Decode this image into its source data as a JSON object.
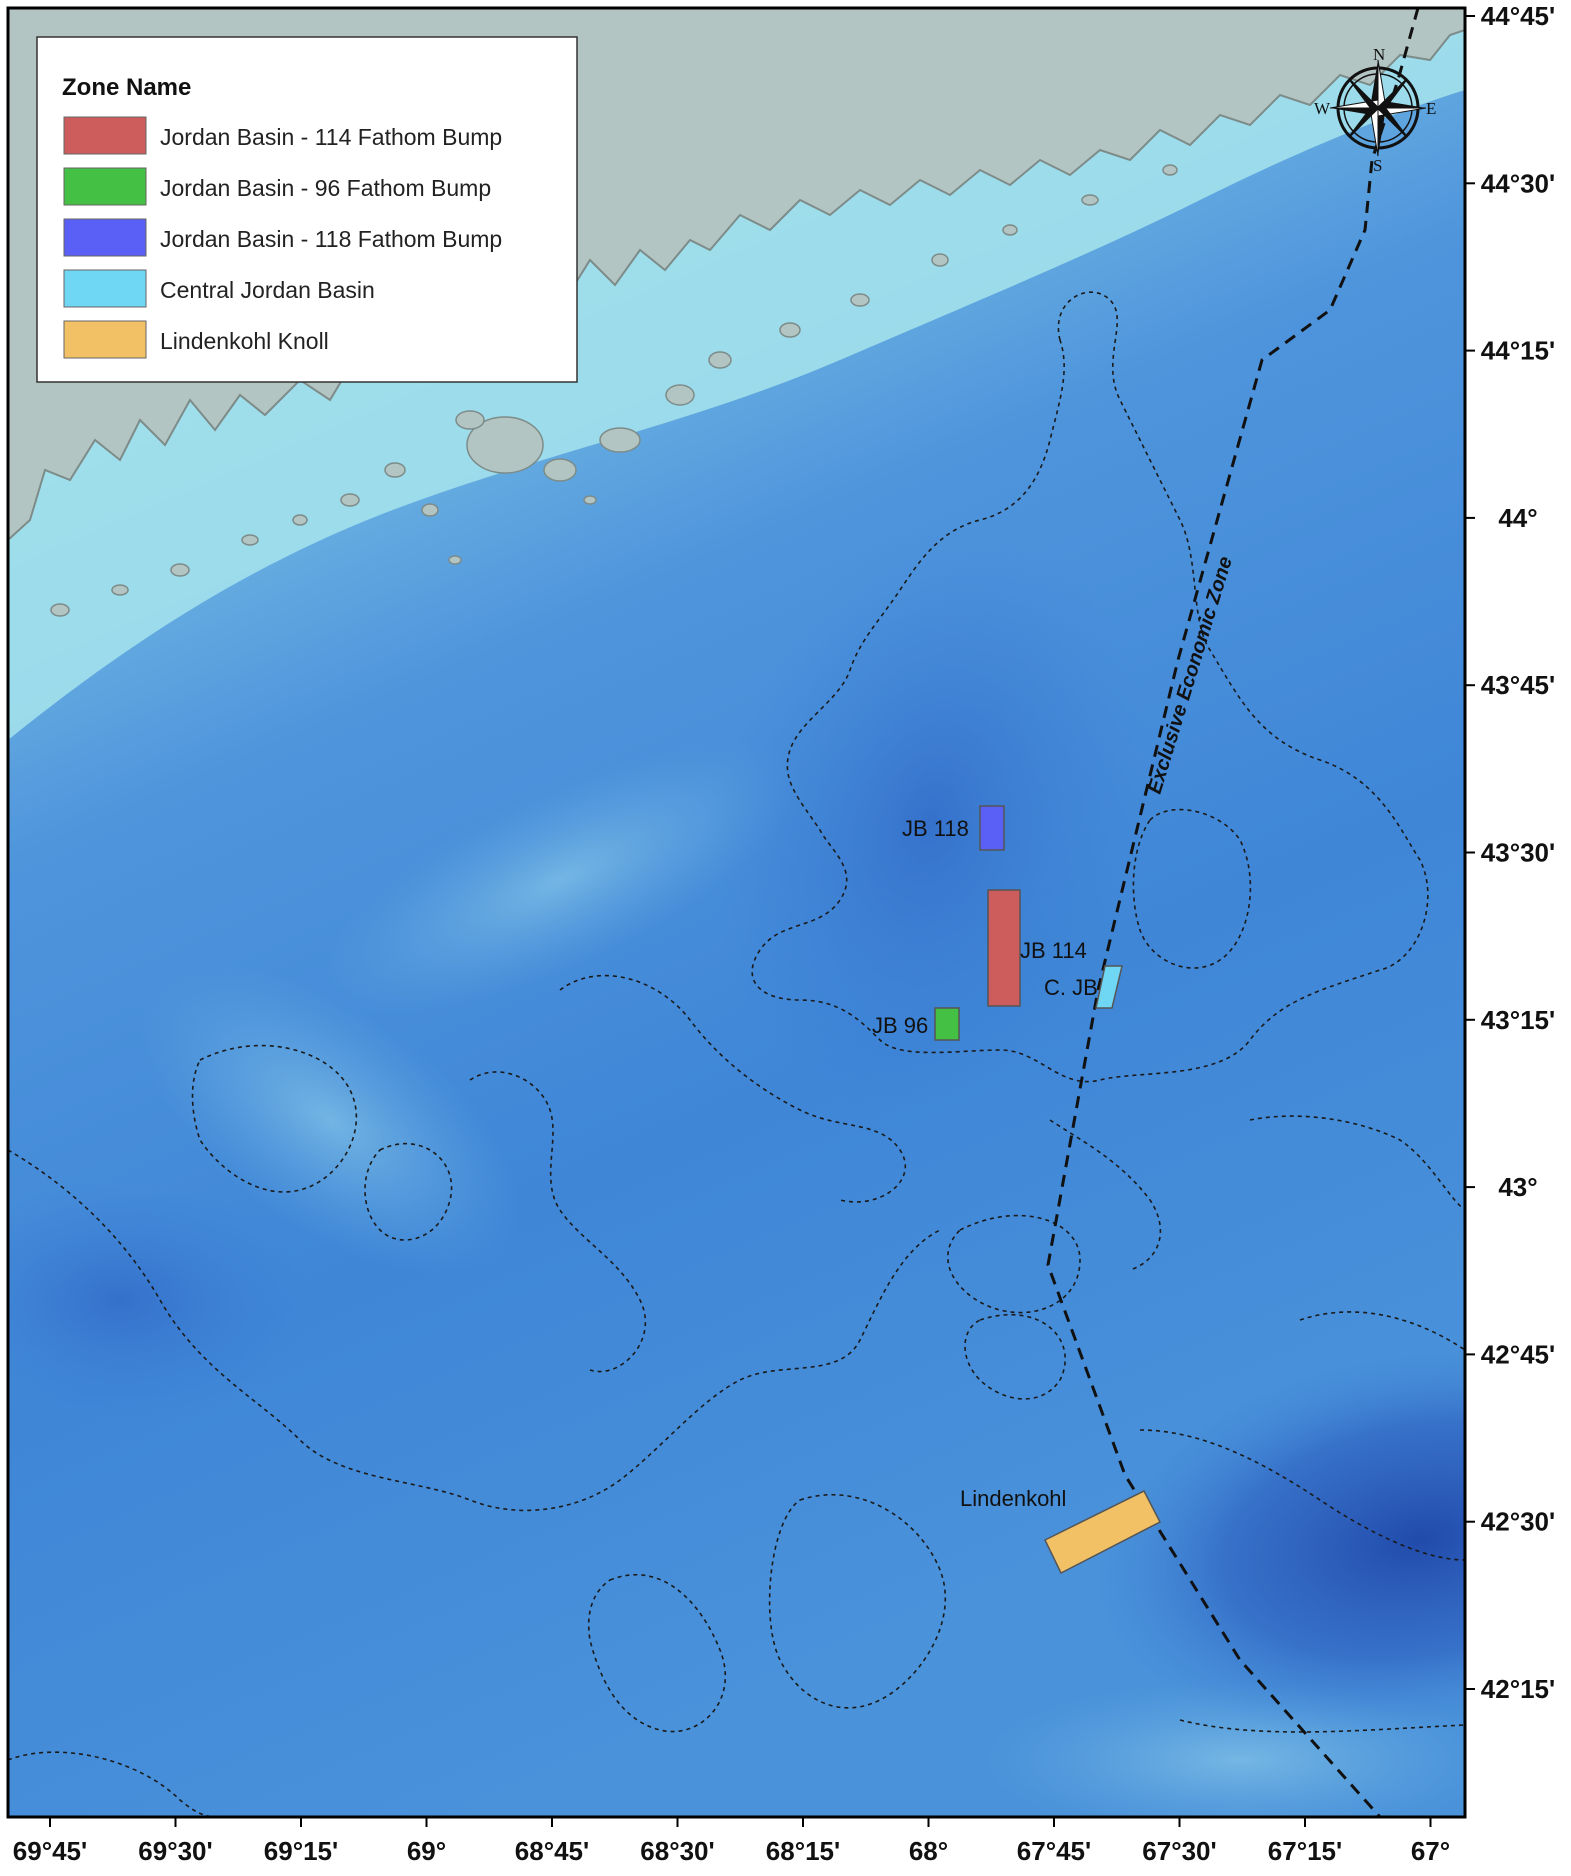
{
  "map": {
    "colors": {
      "land": "#b3c5c2",
      "coast_shallow": "#a6e4ec",
      "mid_depth": "#5ea6df",
      "deep": "#3a7fd4",
      "deepest": "#2454b4",
      "frame": "#000000"
    }
  },
  "legend": {
    "title": "Zone Name",
    "items": [
      {
        "label": "Jordan Basin - 114 Fathom Bump",
        "color": "#cd5c5c"
      },
      {
        "label": "Jordan Basin - 96 Fathom Bump",
        "color": "#44c044"
      },
      {
        "label": "Jordan Basin - 118 Fathom Bump",
        "color": "#5a5ff5"
      },
      {
        "label": "Central Jordan Basin",
        "color": "#6fd6f4"
      },
      {
        "label": "Lindenkohl Knoll",
        "color": "#f2c166"
      }
    ]
  },
  "zones": [
    {
      "id": "jb118",
      "label": "JB 118",
      "color": "#5a5ff5"
    },
    {
      "id": "jb114",
      "label": "JB 114",
      "color": "#cd5c5c"
    },
    {
      "id": "cjb",
      "label": "C. JB",
      "color": "#6fd6f4"
    },
    {
      "id": "jb96",
      "label": "JB 96",
      "color": "#44c044"
    },
    {
      "id": "lindenkohl",
      "label": "Lindenkohl",
      "color": "#f2c166"
    }
  ],
  "eez_label": "Exclusive Economic Zone",
  "compass": {
    "n": "N",
    "s": "S",
    "e": "E",
    "w": "W"
  },
  "axes": {
    "longitude_ticks": [
      "69°45'",
      "69°30'",
      "69°15'",
      "69°",
      "68°45'",
      "68°30'",
      "68°15'",
      "68°",
      "67°45'",
      "67°30'",
      "67°15'",
      "67°"
    ],
    "latitude_ticks": [
      "44°45'",
      "44°30'",
      "44°15'",
      "44°",
      "43°45'",
      "43°30'",
      "43°15'",
      "43°",
      "42°45'",
      "42°30'",
      "42°15'"
    ]
  }
}
